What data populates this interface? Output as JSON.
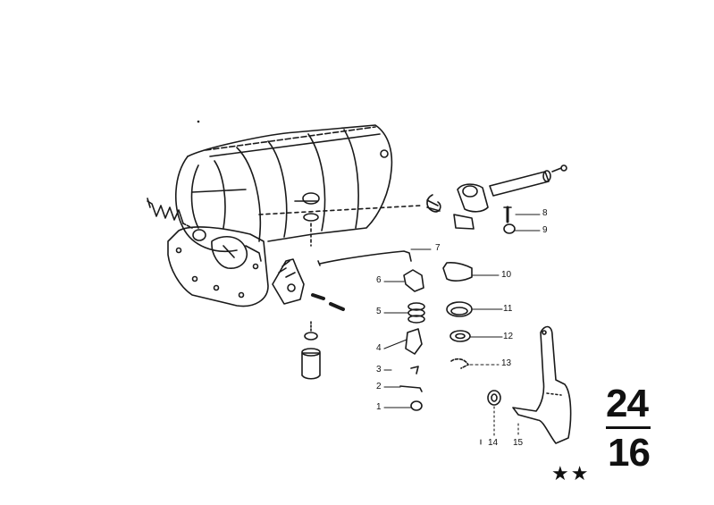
{
  "callouts": {
    "p1": "1",
    "p2": "2",
    "p3": "3",
    "p4": "4",
    "p5": "5",
    "p6": "6",
    "p7": "7",
    "p8": "8",
    "p9": "9",
    "p10": "10",
    "p11": "11",
    "p12": "12",
    "p13": "13",
    "p14": "14",
    "p15": "15"
  },
  "group": {
    "main": "24",
    "sub": "16"
  },
  "rating": {
    "stars": "★★"
  }
}
